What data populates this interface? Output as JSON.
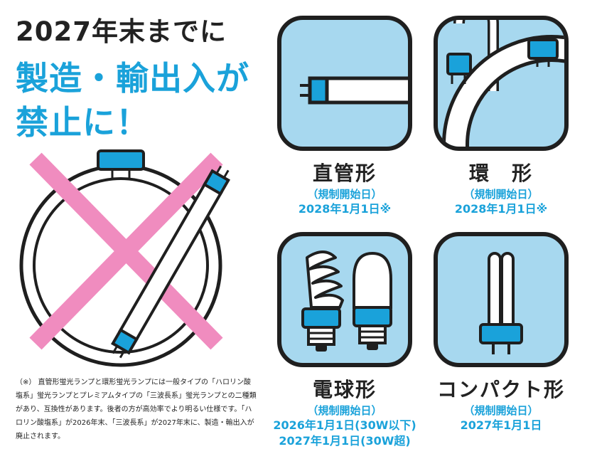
{
  "headline": {
    "line1": "2027年末までに",
    "line2": "製造・輸出入が",
    "line3": "禁止に！"
  },
  "note": "（※） 直管形蛍光ランプと環形蛍光ランプには一般タイプの「ハロリン酸塩系」蛍光ランプとプレミアムタイプの「三波長系」蛍光ランプとの二種類があり、互換性があります。後者の方が高効率でより明るい仕様です。「ハロリン酸塩系」が2026年末、「三波長系」が2027年末に、製造・輸出入が廃止されます。",
  "lamps": {
    "straight": {
      "name": "直管形",
      "label": "（規制開始日）",
      "dates": [
        "2028年1月1日※"
      ]
    },
    "ring": {
      "name": "環　形",
      "label": "（規制開始日）",
      "dates": [
        "2028年1月1日※"
      ]
    },
    "bulb": {
      "name": "電球形",
      "label": "（規制開始日）",
      "dates": [
        "2026年1月1日(30W以下)",
        "2027年1月1日(30W超)"
      ]
    },
    "compact": {
      "name": "コンパクト形",
      "label": "（規制開始日）",
      "dates": [
        "2027年1月1日"
      ]
    }
  },
  "colors": {
    "accent_blue": "#1aa2da",
    "tile_bg": "#a7d8ef",
    "cross_pink": "#f08cbf",
    "outline": "#1f1f1f"
  }
}
